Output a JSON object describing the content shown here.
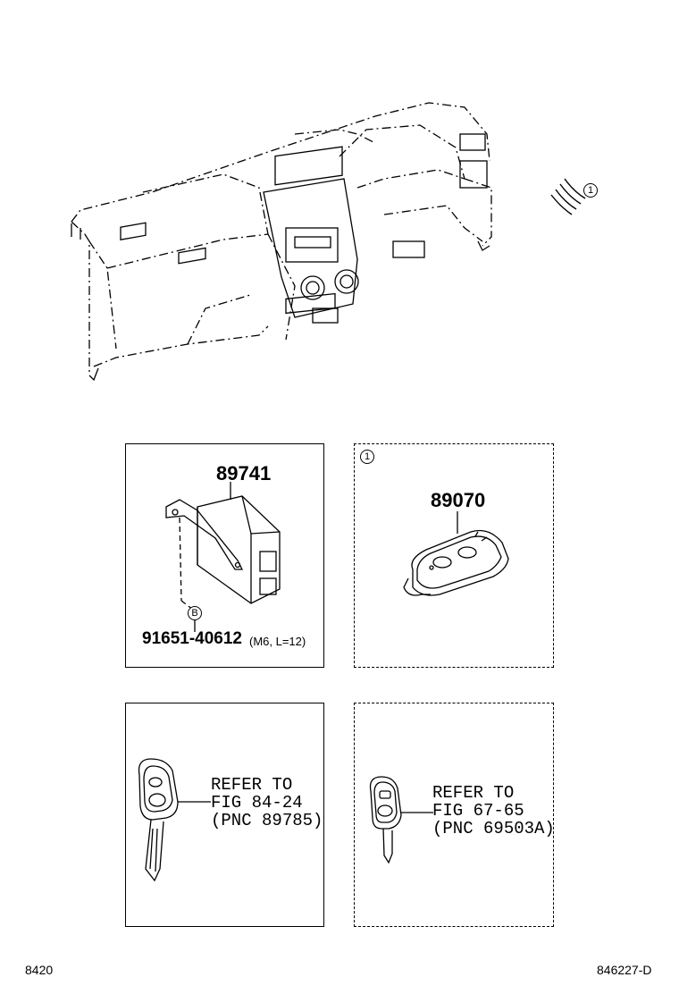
{
  "markers": {
    "ref_one": "1",
    "bolt": "B"
  },
  "panels": {
    "ecu": {
      "part_number": "89741",
      "bolt_part_number": "91651-40612",
      "bolt_spec": "(M6, L=12)"
    },
    "remote": {
      "part_number": "89070"
    },
    "key_left": {
      "refer_line1": "REFER TO",
      "refer_line2": "FIG 84-24",
      "refer_line3": "(PNC 89785)"
    },
    "key_right": {
      "refer_line1": "REFER TO",
      "refer_line2": "FIG 67-65",
      "refer_line3": "(PNC 69503A)"
    }
  },
  "footer": {
    "left_code": "8420",
    "right_code": "846227-D"
  }
}
